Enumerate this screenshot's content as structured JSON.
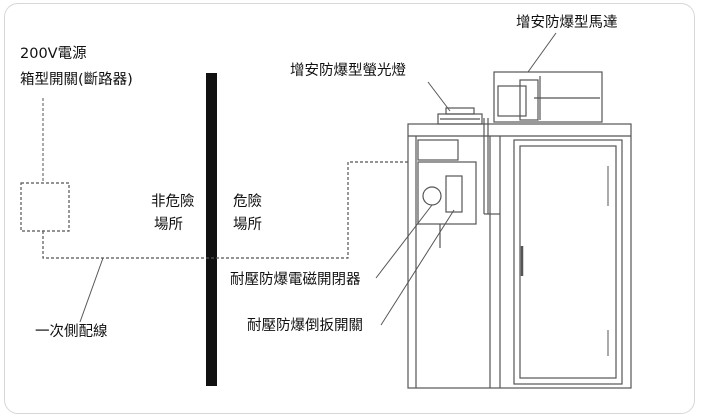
{
  "labels": {
    "power_source": "200V電源",
    "breaker_box": "箱型開關(斷路器)",
    "non_hazard_line1": "非危險",
    "non_hazard_line2": "場所",
    "hazard_line1": "危險",
    "hazard_line2": "場所",
    "primary_wiring": "一次側配線",
    "ex_fluorescent": "增安防爆型螢光燈",
    "ex_motor": "增安防爆型馬達",
    "flameproof_contactor": "耐壓防爆電磁開閉器",
    "flameproof_switch": "耐壓防爆倒扳開關"
  },
  "colors": {
    "ink": "#111111",
    "line": "#555555",
    "frame": "#d7d7d7"
  }
}
